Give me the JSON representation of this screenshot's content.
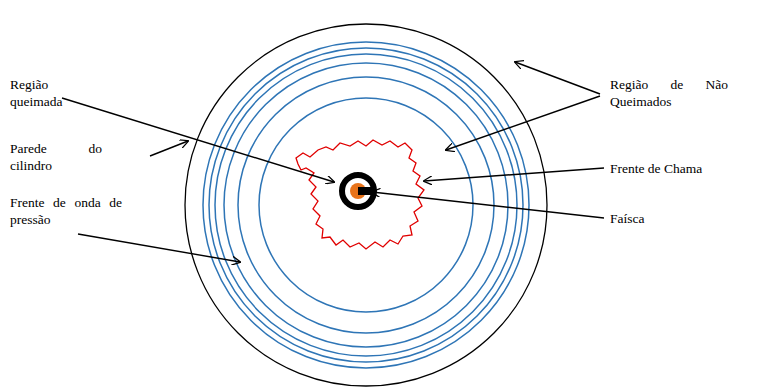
{
  "diagram": {
    "labels": [
      "Região queimada",
      "Parede do cilindro",
      "Frente de onda de pressão",
      "Região de Não Queimados",
      "Frente de Chama",
      "Faísca"
    ]
  }
}
